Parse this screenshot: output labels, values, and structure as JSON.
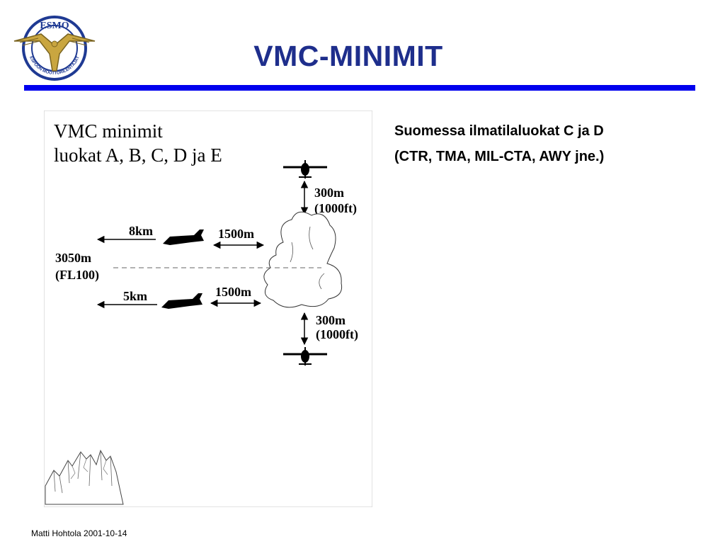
{
  "logo": {
    "top_text": "ESMO",
    "ring_text": "ESPOON MOOTTORILENTÄJÄT",
    "icon": "eagle-emblem-icon"
  },
  "slide_title": "VMC-MINIMIT",
  "diagram": {
    "heading_line1": "VMC minimit",
    "heading_line2": "luokat A, B, C, D ja E",
    "above_cloud": {
      "metric": "300m",
      "imperial": "(1000ft)"
    },
    "below_cloud": {
      "metric": "300m",
      "imperial": "(1000ft)"
    },
    "upper_visibility": "8km",
    "upper_horizontal": "1500m",
    "lower_visibility": "5km",
    "lower_horizontal": "1500m",
    "altitude": {
      "metric": "3050m",
      "flight_level": "(FL100)"
    }
  },
  "side_text": {
    "line1": "Suomessa ilmatilaluokat C ja D",
    "line2": "(CTR, TMA, MIL-CTA, AWY jne.)"
  },
  "footer": "Matti Hohtola 2001-10-14",
  "colors": {
    "title": "#1e2e8c",
    "rule": "#0000ee",
    "logo_blue": "#1f3a93",
    "logo_gold": "#c9a640"
  }
}
